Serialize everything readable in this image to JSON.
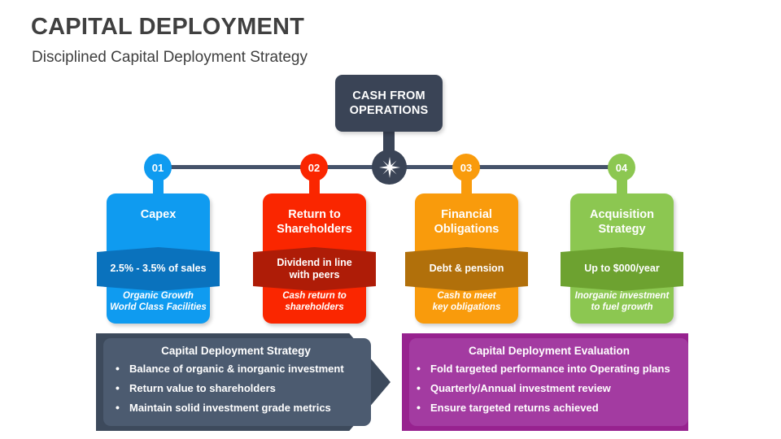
{
  "header": {
    "title": "CAPITAL DEPLOYMENT",
    "subtitle": "Disciplined Capital Deployment Strategy",
    "title_color": "#404040"
  },
  "source": {
    "label": "CASH FROM OPERATIONS",
    "color": "#3a4456",
    "hub_icon": "sparkle-star-icon"
  },
  "connector": {
    "color": "#45536a"
  },
  "pillars": [
    {
      "number": "01",
      "title": "Capex",
      "banner": "2.5% - 3.5% of sales",
      "note": "Organic Growth\nWorld Class Facilities",
      "note_line1": "Organic Growth",
      "note_line2": "World Class Facilities",
      "color": "#0f9bf0",
      "banner_color": "#0a72bd"
    },
    {
      "number": "02",
      "title": "Return to Shareholders",
      "title_line1": "Return to",
      "title_line2": "Shareholders",
      "banner": "Dividend in line with peers",
      "banner_line1": "Dividend in line",
      "banner_line2": "with peers",
      "note_line1": "Cash return to",
      "note_line2": "shareholders",
      "color": "#fa2600",
      "banner_color": "#ae1c07"
    },
    {
      "number": "03",
      "title": "Financial Obligations",
      "title_line1": "Financial",
      "title_line2": "Obligations",
      "banner": "Debt & pension",
      "note_line1": "Cash to meet",
      "note_line2": "key obligations",
      "color": "#f99b0c",
      "banner_color": "#b1700b"
    },
    {
      "number": "04",
      "title": "Acquisition Strategy",
      "title_line1": "Acquisition",
      "title_line2": "Strategy",
      "banner": "Up to $000/year",
      "note_line1": "Inorganic investment",
      "note_line2": "to fuel growth",
      "color": "#8cc751",
      "banner_color": "#6da230"
    }
  ],
  "bottom_panels": {
    "left": {
      "heading": "Capital Deployment Strategy",
      "color": "#3d4a5c",
      "inner_color": "#4c5b70",
      "bullets": [
        "Balance of organic & inorganic investment",
        "Return value to shareholders",
        "Maintain solid investment grade metrics"
      ]
    },
    "right": {
      "heading": "Capital Deployment Evaluation",
      "color": "#97228f",
      "inner_color": "#a33ba1",
      "bullets": [
        "Fold targeted performance into Operating plans",
        "Quarterly/Annual investment review",
        "Ensure targeted returns achieved"
      ]
    }
  }
}
